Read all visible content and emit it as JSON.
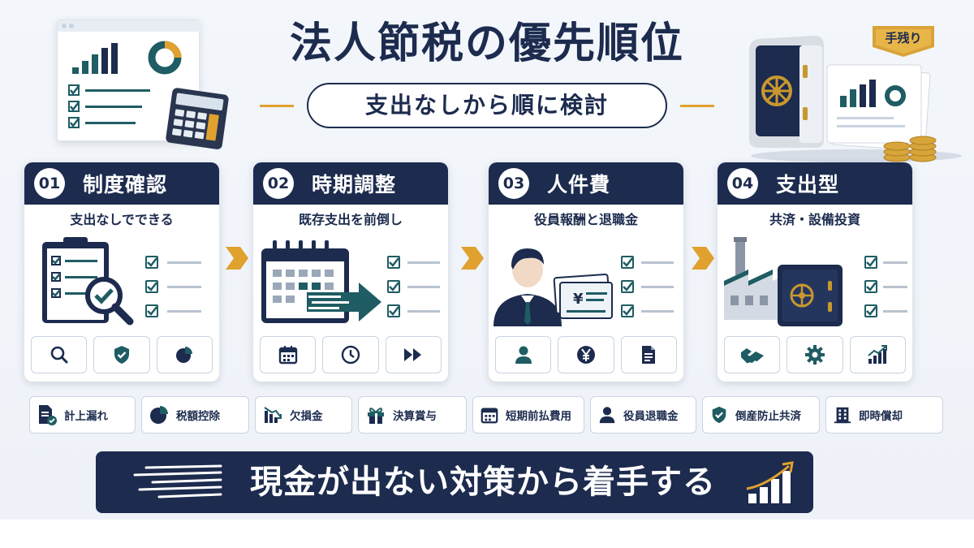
{
  "header": {
    "title": "法人節税の優先順位",
    "subtitle": "支出なしから順に検討",
    "badge": "手残り"
  },
  "colors": {
    "navy": "#1c2b4e",
    "teal": "#1f5c63",
    "gold": "#e0a12e",
    "background": "#f0f4f9"
  },
  "steps": [
    {
      "num": "01",
      "title": "制度確認",
      "subtitle": "支出なしでできる",
      "icons": [
        "search-icon",
        "shield-check-icon",
        "pie-chart-icon"
      ]
    },
    {
      "num": "02",
      "title": "時期調整",
      "subtitle": "既存支出を前倒し",
      "icons": [
        "calendar-icon",
        "clock-icon",
        "fast-forward-icon"
      ]
    },
    {
      "num": "03",
      "title": "人件費",
      "subtitle": "役員報酬と退職金",
      "icons": [
        "person-icon",
        "yen-icon",
        "document-icon"
      ]
    },
    {
      "num": "04",
      "title": "支出型",
      "subtitle": "共済・設備投資",
      "icons": [
        "handshake-icon",
        "gear-icon",
        "growth-chart-icon"
      ]
    }
  ],
  "tags": [
    {
      "label": "計上漏れ",
      "icon": "document-check-icon"
    },
    {
      "label": "税額控除",
      "icon": "pie-chart-icon"
    },
    {
      "label": "欠損金",
      "icon": "decline-chart-icon"
    },
    {
      "label": "決算賞与",
      "icon": "gift-icon"
    },
    {
      "label": "短期前払費用",
      "icon": "calendar-icon"
    },
    {
      "label": "役員退職金",
      "icon": "person-icon"
    },
    {
      "label": "倒産防止共済",
      "icon": "shield-check-icon"
    },
    {
      "label": "即時償却",
      "icon": "building-icon"
    }
  ],
  "banner": {
    "text": "現金が出ない対策から着手する",
    "icon": "rising-bars-icon"
  }
}
